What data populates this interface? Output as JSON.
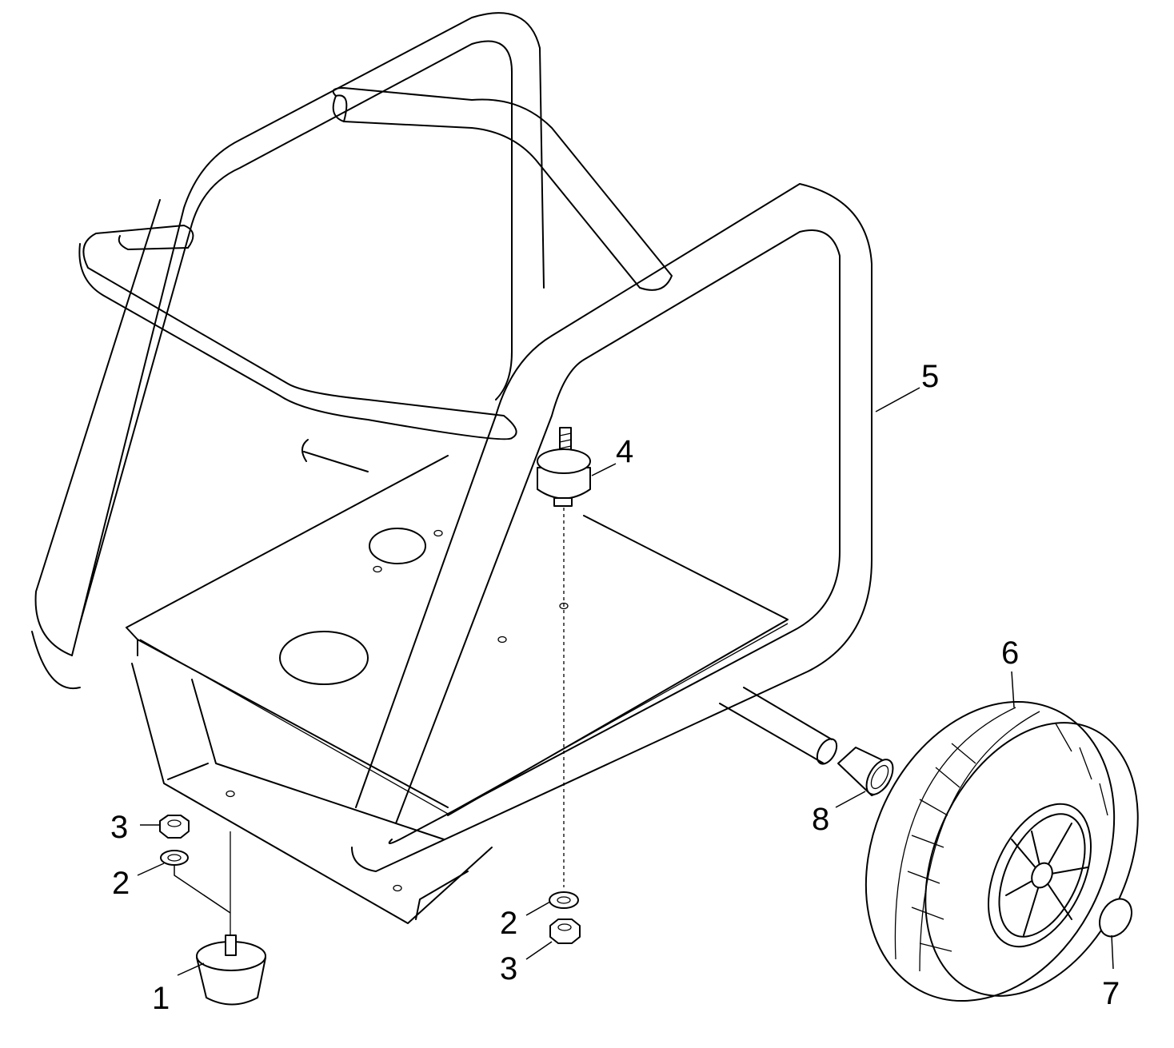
{
  "diagram": {
    "callouts": [
      {
        "id": "foot",
        "label": "1"
      },
      {
        "id": "washer-left",
        "label": "2"
      },
      {
        "id": "nut-left",
        "label": "3"
      },
      {
        "id": "mount",
        "label": "4"
      },
      {
        "id": "frame",
        "label": "5"
      },
      {
        "id": "wheel",
        "label": "6"
      },
      {
        "id": "cap",
        "label": "7"
      },
      {
        "id": "bushing",
        "label": "8"
      },
      {
        "id": "washer-right",
        "label": "2"
      },
      {
        "id": "nut-right",
        "label": "3"
      }
    ]
  }
}
